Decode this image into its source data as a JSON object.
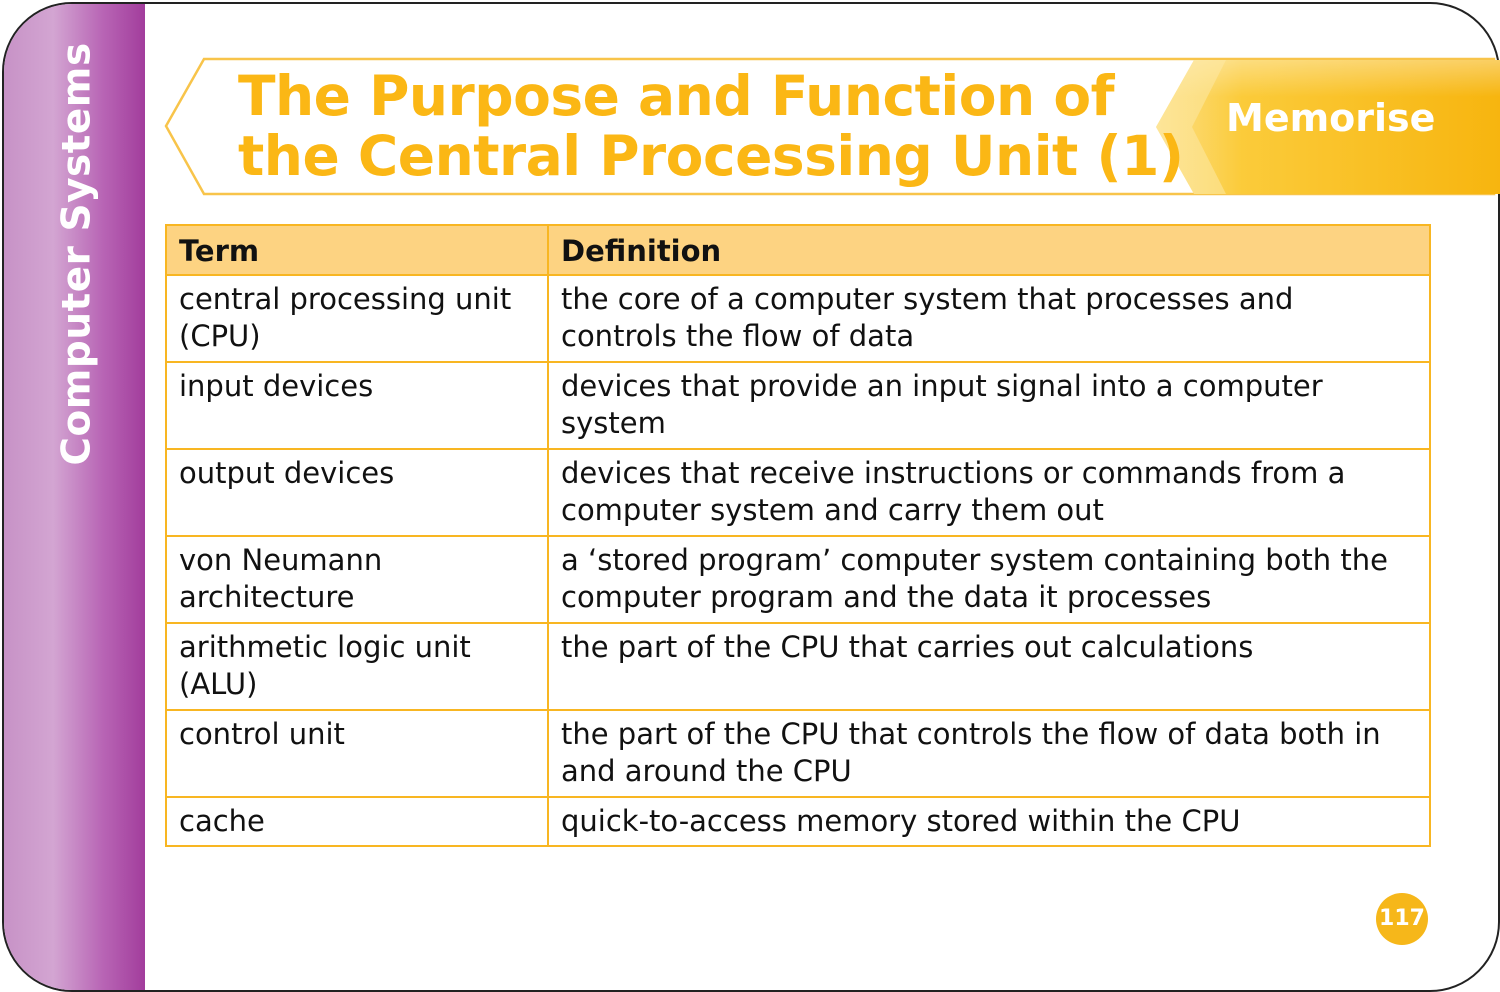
{
  "sidebar": {
    "label": "Computer Systems"
  },
  "header": {
    "title_line1": "The Purpose and Function of",
    "title_line2": "the Central Processing Unit (1)",
    "tag": "Memorise"
  },
  "table": {
    "headers": [
      "Term",
      "Definition"
    ],
    "rows": [
      {
        "term": "central processing unit (CPU)",
        "definition": "the core of a computer system that processes and controls the flow of data"
      },
      {
        "term": "input devices",
        "definition": "devices that provide an input signal into a computer system"
      },
      {
        "term": "output devices",
        "definition": "devices that receive instructions or commands from a computer system and carry them out"
      },
      {
        "term": "von Neumann architecture",
        "definition": "a ‘stored program’ computer system containing both the computer program and the data it processes"
      },
      {
        "term": "arithmetic logic unit (ALU)",
        "definition": "the part of the CPU that carries out calculations"
      },
      {
        "term": "control unit",
        "definition": "the part of the CPU that controls the flow of data both in and around the CPU"
      },
      {
        "term": "cache",
        "definition": "quick-to-access memory stored within the CPU"
      }
    ]
  },
  "page_number": "117",
  "colors": {
    "accent_yellow": "#fbb715",
    "header_row_fill": "#fdd382",
    "sidebar_purple": "#a23d9c"
  }
}
